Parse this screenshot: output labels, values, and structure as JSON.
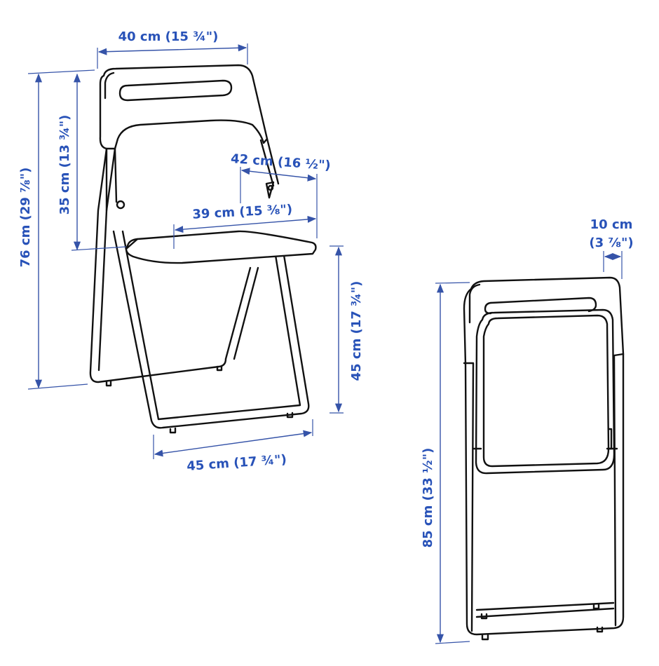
{
  "diagram": {
    "subject": "folding chair dimensions",
    "colors": {
      "dimension": "#2852b8",
      "outline": "#111111",
      "background": "#ffffff"
    },
    "unfolded_view": {
      "width_label": "40 cm (15 ¾\")",
      "total_height_label": "76 cm (29 ⅞\")",
      "backrest_height_label": "35 cm (13 ¾\")",
      "seat_depth_label": "42 cm (16 ½\")",
      "seat_width_label": "39 cm (15 ⅜\")",
      "seat_height_label": "45 cm (17 ¾\")",
      "depth_label": "45 cm (17 ¾\")"
    },
    "folded_view": {
      "thickness_label_line1": "10 cm",
      "thickness_label_line2": "(3 ⅞\")",
      "height_label": "85 cm (33 ½\")"
    }
  }
}
